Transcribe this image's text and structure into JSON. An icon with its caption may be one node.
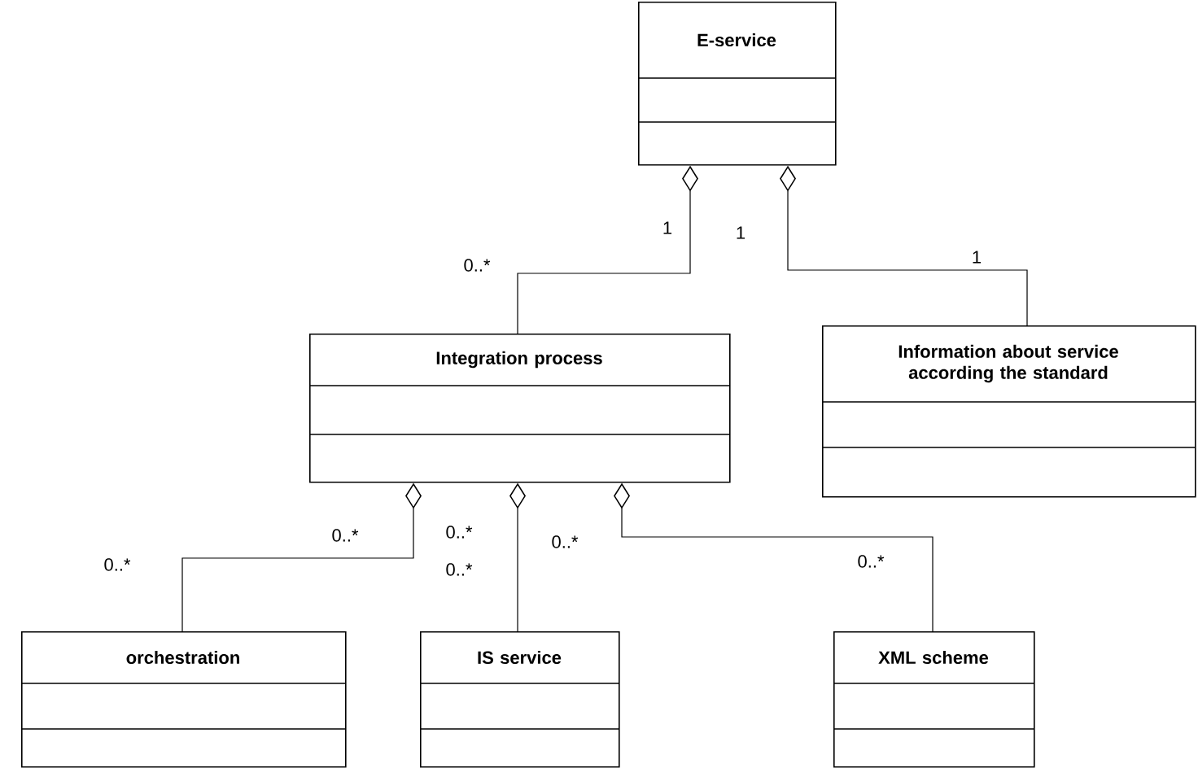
{
  "diagram": {
    "nodes": [
      {
        "text": [
          "E-service"
        ]
      },
      {
        "text": [
          "Integration process"
        ]
      },
      {
        "text": [
          "Information about service according the standard"
        ]
      },
      {
        "text": [
          "orchestration"
        ]
      },
      {
        "text": [
          "IS service"
        ]
      },
      {
        "text": [
          "XML scheme"
        ]
      }
    ],
    "edges": [
      {
        "from": 0,
        "to": 1,
        "arrow": "other"
      },
      {
        "from": 0,
        "to": 2,
        "arrow": "other"
      },
      {
        "from": 1,
        "to": 3,
        "arrow": "other"
      },
      {
        "from": 1,
        "to": 4,
        "arrow": "other"
      },
      {
        "from": 1,
        "to": 5,
        "arrow": "other"
      }
    ],
    "labels": [
      "1",
      "1",
      "0..*",
      "1",
      "0..*",
      "0..*",
      "0..*",
      "0..*",
      "0..*",
      "0..*"
    ]
  }
}
